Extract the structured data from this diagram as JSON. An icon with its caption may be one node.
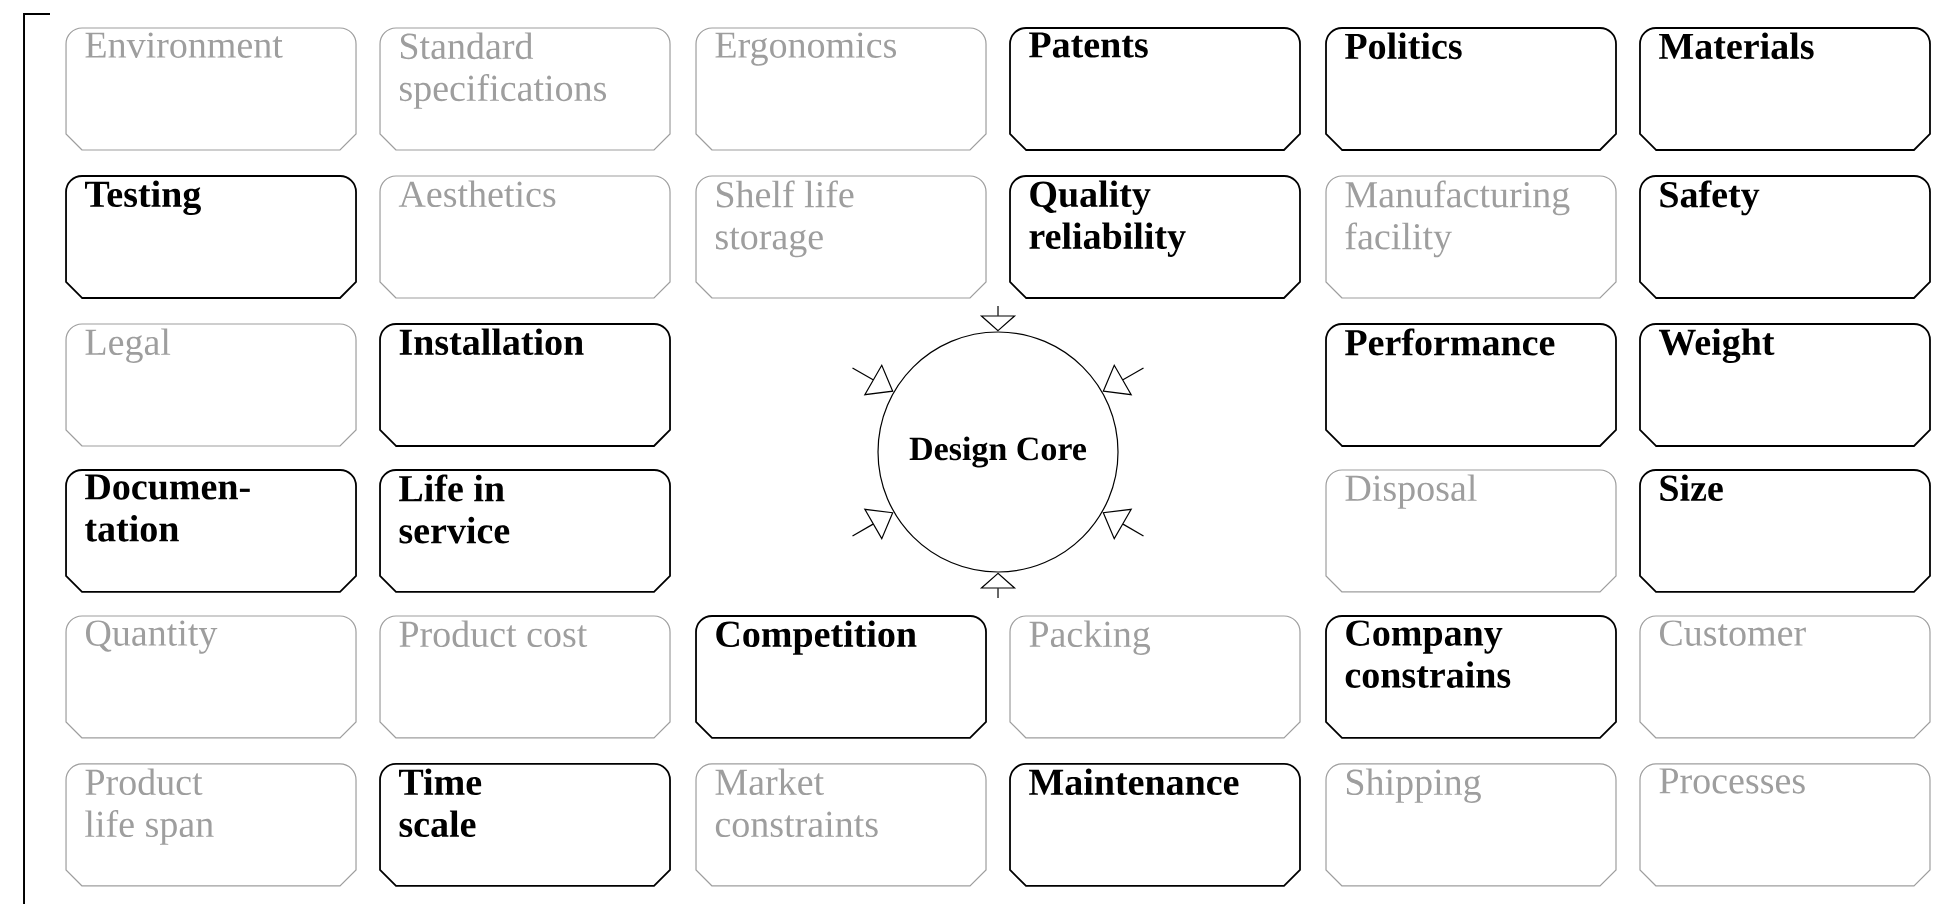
{
  "diagram": {
    "nodes": [
      {
        "text": [
          "Environment"
        ]
      },
      {
        "text": [
          "Standard specifications"
        ]
      },
      {
        "text": [
          "Ergonomics"
        ]
      },
      {
        "text": [
          "Patents"
        ]
      },
      {
        "text": [
          "Politics"
        ]
      },
      {
        "text": [
          "Materials"
        ]
      },
      {
        "text": [
          "Testing"
        ]
      },
      {
        "text": [
          "Aesthetics"
        ]
      },
      {
        "text": [
          "Shelf life storage"
        ]
      },
      {
        "text": [
          "Quality reliability"
        ]
      },
      {
        "text": [
          "Manufacturing facility"
        ]
      },
      {
        "text": [
          "Safety"
        ]
      },
      {
        "text": [
          "Legal"
        ]
      },
      {
        "text": [
          "Installation"
        ]
      },
      {
        "text": [
          "Design Core"
        ]
      },
      {
        "text": [
          "Performance"
        ]
      },
      {
        "text": [
          "Weight"
        ]
      },
      {
        "text": [
          "Documen- tation"
        ]
      },
      {
        "text": [
          "Life in service"
        ]
      },
      {
        "text": [
          "Disposal"
        ]
      },
      {
        "text": [
          "Size"
        ]
      },
      {
        "text": [
          "Quantity"
        ]
      },
      {
        "text": [
          "Product cost"
        ]
      },
      {
        "text": [
          "Competition"
        ]
      },
      {
        "text": [
          "Packing"
        ]
      },
      {
        "text": [
          "Company constrains"
        ]
      },
      {
        "text": [
          "Customer"
        ]
      },
      {
        "text": [
          "Product life span"
        ]
      },
      {
        "text": [
          "Time scale"
        ]
      },
      {
        "text": [
          "Market constraints"
        ]
      },
      {
        "text": [
          "Maintenance"
        ]
      },
      {
        "text": [
          "Shipping"
        ]
      },
      {
        "text": [
          "Processes"
        ]
      }
    ],
    "edges": [
      {
        "from": null,
        "to": 14,
        "arrow": "to"
      },
      {
        "from": null,
        "to": 14,
        "arrow": "to"
      },
      {
        "from": null,
        "to": 14,
        "arrow": "to"
      },
      {
        "from": null,
        "to": 14,
        "arrow": "to"
      },
      {
        "from": null,
        "to": 14,
        "arrow": "to"
      },
      {
        "from": null,
        "to": 14,
        "arrow": "to"
      }
    ]
  }
}
